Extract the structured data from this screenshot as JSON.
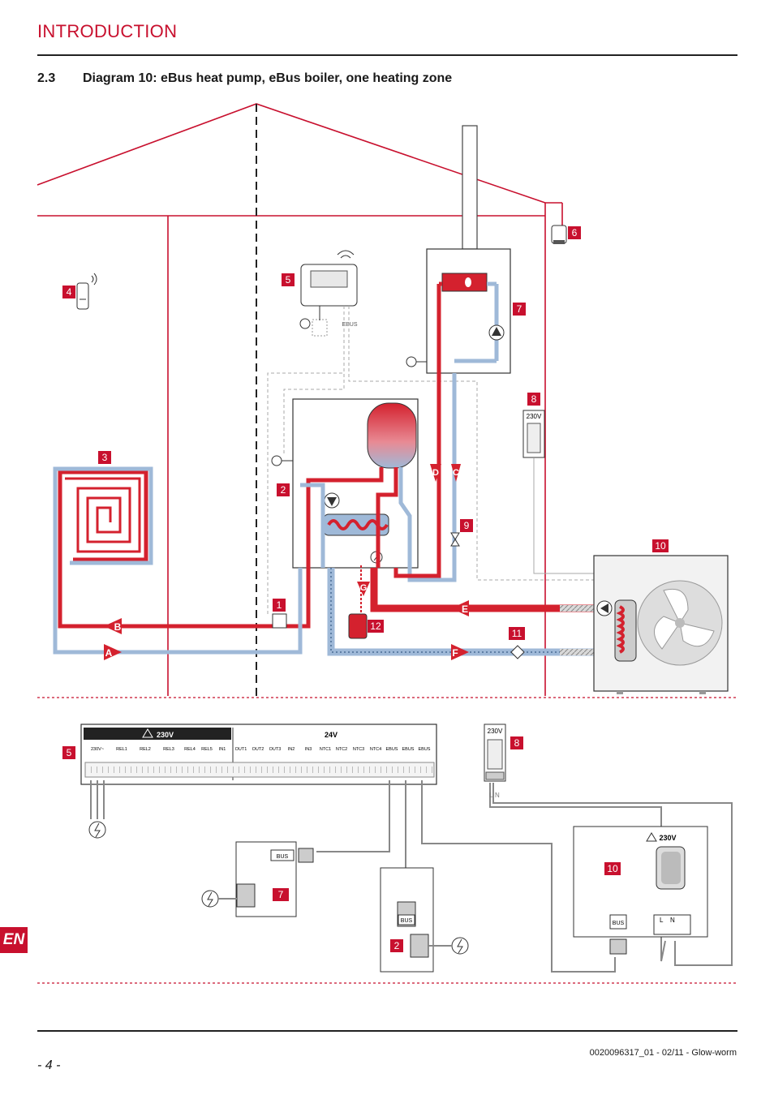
{
  "header": {
    "title": "INTRODUCTION"
  },
  "section": {
    "number": "2.3",
    "title": "Diagram 10: eBus heat pump, eBus boiler, one heating zone"
  },
  "diagram": {
    "callouts": [
      "1",
      "2",
      "3",
      "4",
      "5",
      "6",
      "7",
      "8",
      "9",
      "10",
      "11",
      "12"
    ],
    "flow_letters": [
      "A",
      "B",
      "C",
      "D",
      "E",
      "F",
      "G"
    ],
    "labels": {
      "ebus": "EBUS",
      "v230": "230V"
    },
    "controller": {
      "v230": "230V",
      "v24": "24V",
      "terminals_230": [
        "230V~",
        "REL1",
        "REL2",
        "REL3",
        "REL4",
        "REL5",
        "IN1"
      ],
      "terminals_24": [
        "OUT1",
        "OUT2",
        "OUT3",
        "IN2",
        "IN3",
        "NTC1",
        "NTC2",
        "NTC3",
        "NTC4",
        "EBUS",
        "EBUS",
        "EBUS"
      ]
    },
    "bus_label": "BUS",
    "ln_labels": {
      "l": "L",
      "n": "N"
    }
  },
  "colors": {
    "accent": "#c8102e",
    "hot": "#d4212e",
    "cold": "#9fb9d8",
    "cold_edge": "#5f7fa5"
  },
  "footer": {
    "page": "- 4 -",
    "doc_ref": "0020096317_01 - 02/11 - Glow-worm"
  },
  "lang": "EN"
}
